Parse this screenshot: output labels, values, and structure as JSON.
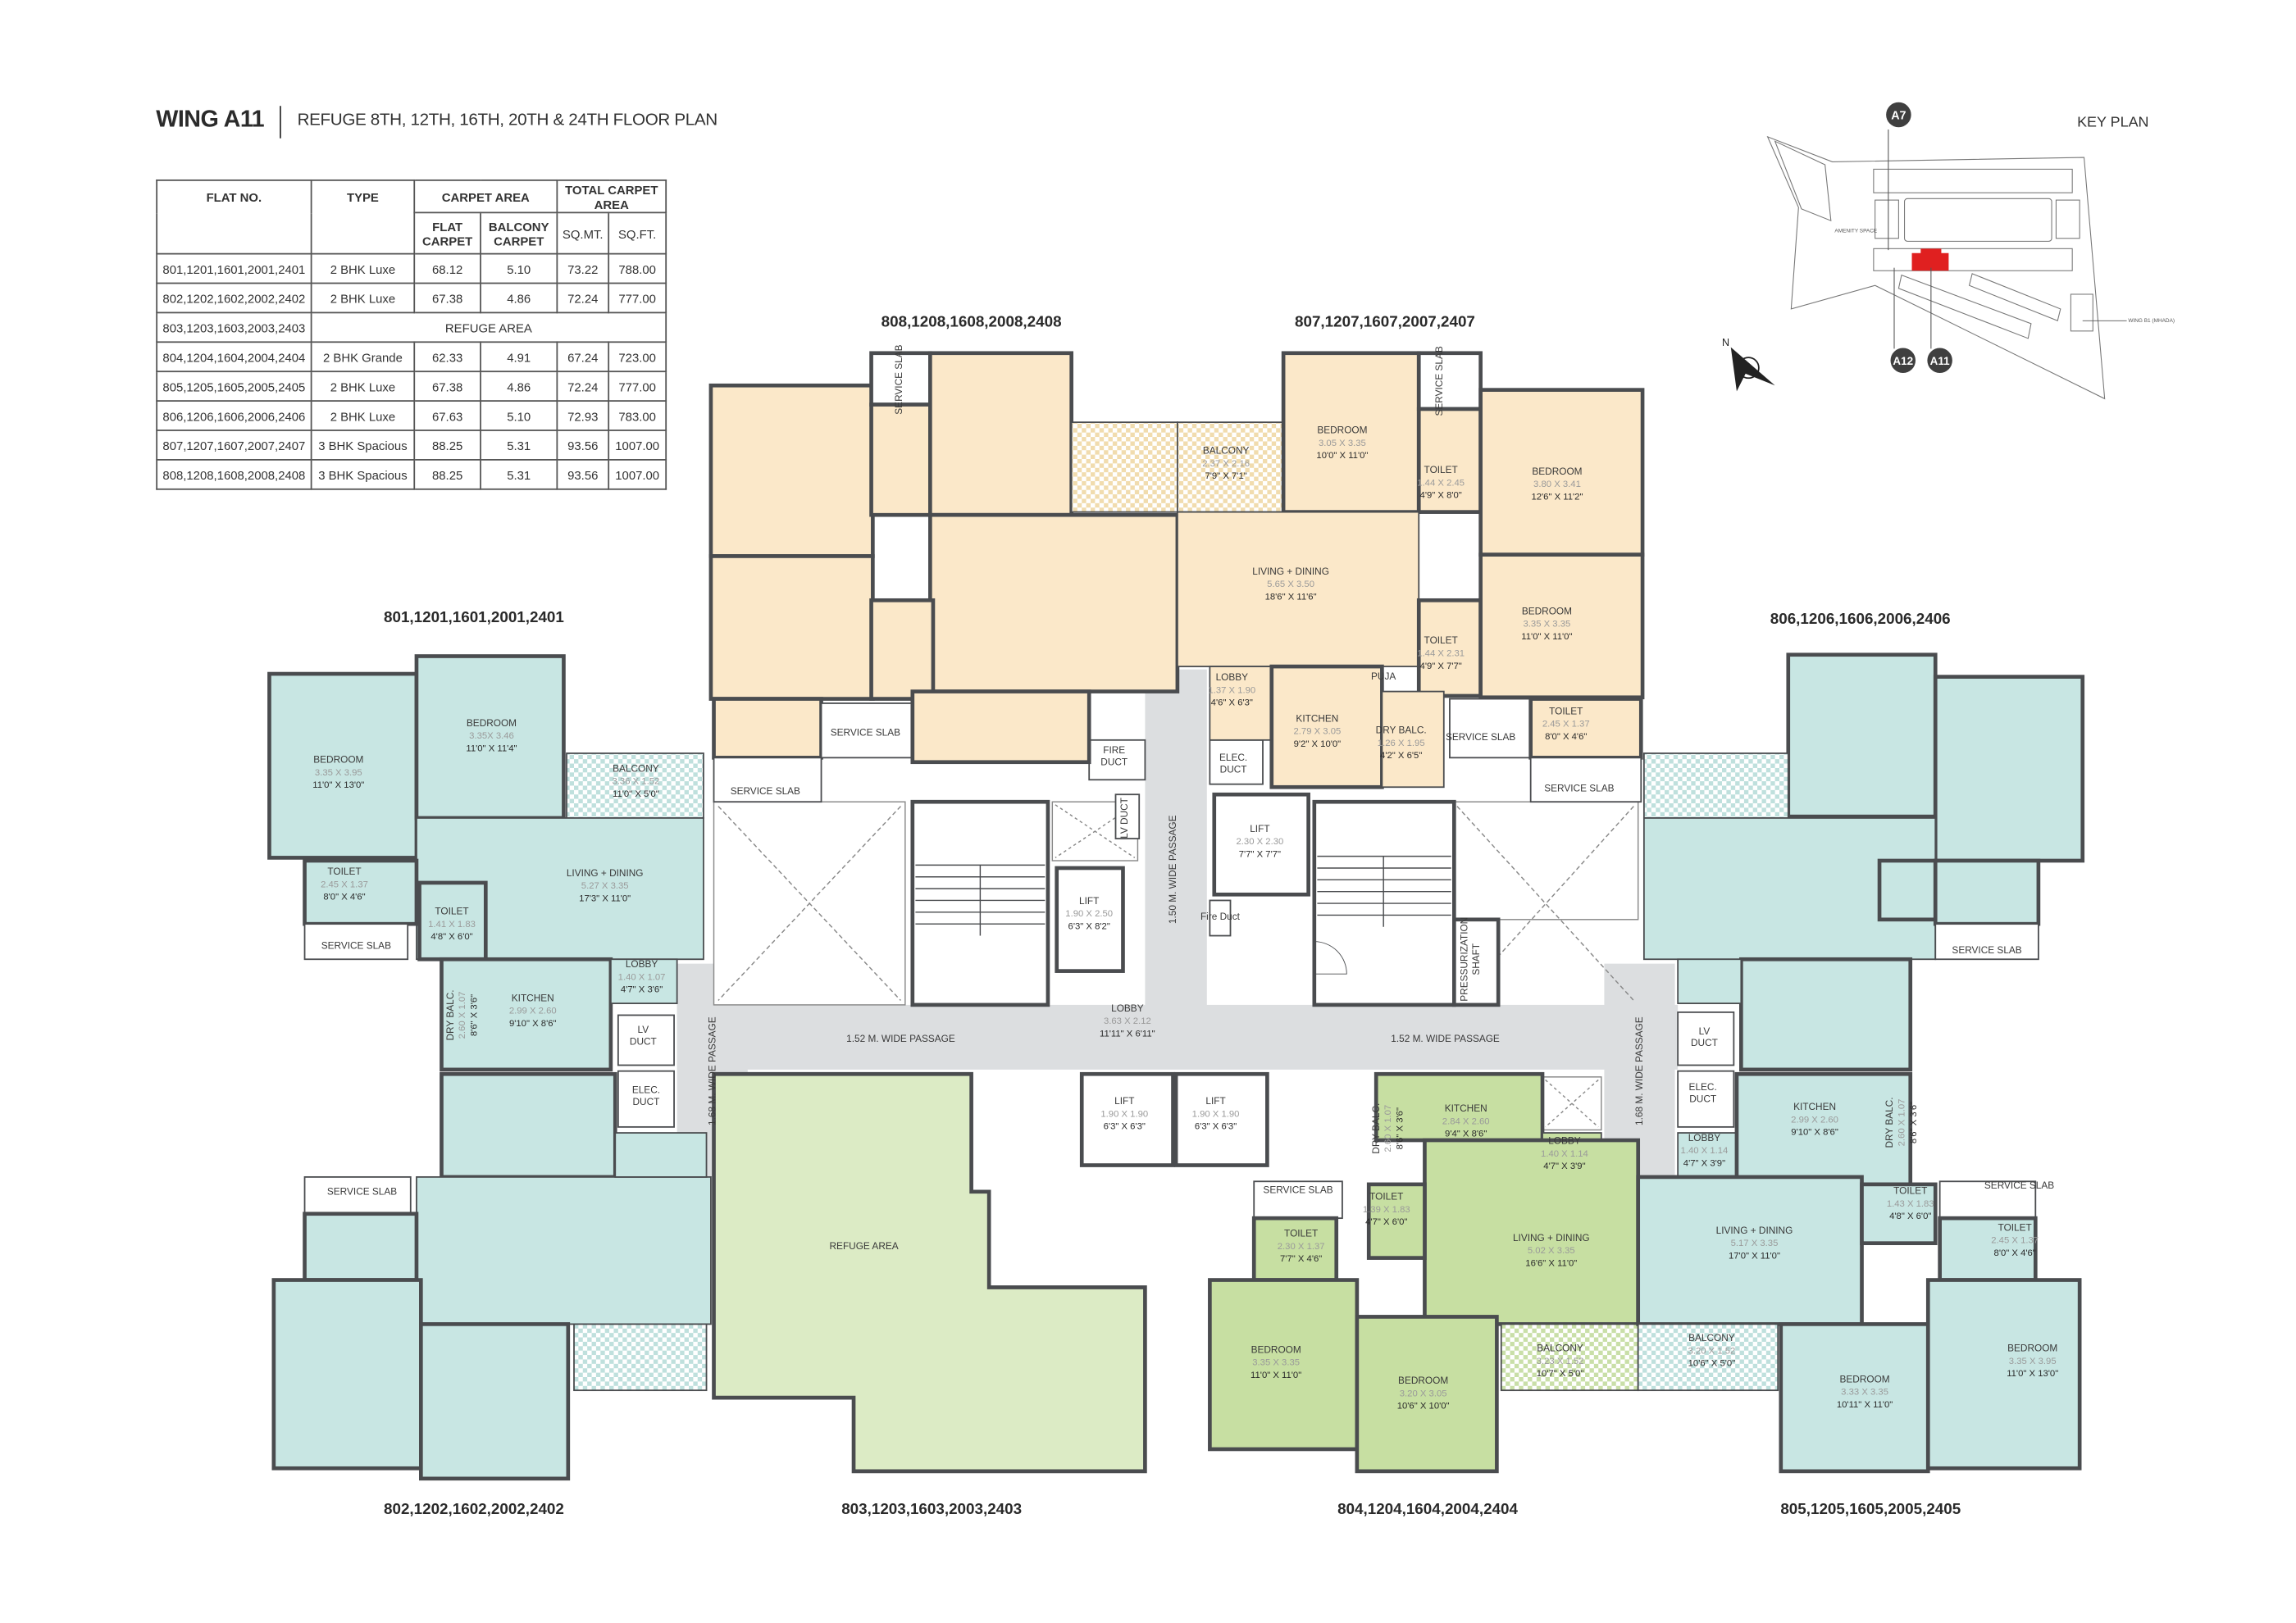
{
  "header": {
    "wing": "WING A11",
    "subtitle": "REFUGE 8TH, 12TH, 16TH, 20TH & 24TH FLOOR PLAN"
  },
  "table": {
    "headers": {
      "flat_no": "FLAT NO.",
      "type": "TYPE",
      "carpet_area": "CARPET AREA",
      "flat_carpet": "FLAT CARPET",
      "balcony_carpet": "BALCONY CARPET",
      "total_carpet_area": "TOTAL CARPET AREA",
      "sqmt": "SQ.MT.",
      "sqft": "SQ.FT."
    },
    "rows": [
      {
        "flat": "801,1201,1601,2001,2401",
        "type": "2 BHK Luxe",
        "flat_carpet": "68.12",
        "balcony_carpet": "5.10",
        "sqmt": "73.22",
        "sqft": "788.00"
      },
      {
        "flat": "802,1202,1602,2002,2402",
        "type": "2 BHK Luxe",
        "flat_carpet": "67.38",
        "balcony_carpet": "4.86",
        "sqmt": "72.24",
        "sqft": "777.00"
      },
      {
        "flat": "803,1203,1603,2003,2403",
        "type": "REFUGE AREA"
      },
      {
        "flat": "804,1204,1604,2004,2404",
        "type": "2 BHK Grande",
        "flat_carpet": "62.33",
        "balcony_carpet": "4.91",
        "sqmt": "67.24",
        "sqft": "723.00"
      },
      {
        "flat": "805,1205,1605,2005,2405",
        "type": "2 BHK Luxe",
        "flat_carpet": "67.38",
        "balcony_carpet": "4.86",
        "sqmt": "72.24",
        "sqft": "777.00"
      },
      {
        "flat": "806,1206,1606,2006,2406",
        "type": "2 BHK Luxe",
        "flat_carpet": "67.63",
        "balcony_carpet": "5.10",
        "sqmt": "72.93",
        "sqft": "783.00"
      },
      {
        "flat": "807,1207,1607,2007,2407",
        "type": "3 BHK Spacious",
        "flat_carpet": "88.25",
        "balcony_carpet": "5.31",
        "sqmt": "93.56",
        "sqft": "1007.00"
      },
      {
        "flat": "808,1208,1608,2008,2408",
        "type": "3 BHK Spacious",
        "flat_carpet": "88.25",
        "balcony_carpet": "5.31",
        "sqmt": "93.56",
        "sqft": "1007.00"
      }
    ]
  },
  "key_plan": {
    "title": "KEY PLAN",
    "markers": [
      "A7",
      "A12",
      "A11"
    ],
    "amenity": "AMENITY SPACE",
    "wing_b1": "WING B1 (MHADA)",
    "highlight_color": "#e02020",
    "compass": "N"
  },
  "units": {
    "u801": "801,1201,1601,2001,2401",
    "u802": "802,1202,1602,2002,2402",
    "u803": "803,1203,1603,2003,2403",
    "u804": "804,1204,1604,2004,2404",
    "u805": "805,1205,1605,2005,2405",
    "u806": "806,1206,1606,2006,2406",
    "u807": "807,1207,1607,2007,2407",
    "u808": "808,1208,1608,2008,2408"
  },
  "colors": {
    "wall": "#4a4c4f",
    "unit_3bhk": "#fbe8c9",
    "unit_2bhk_luxe": "#c8e6e3",
    "unit_2bhk_grande": "#c7dfa2",
    "refuge": "#dcebc5",
    "passage": "#dcdee0"
  },
  "rooms": {
    "u801": [
      {
        "name": "BEDROOM",
        "metric": "3.35 X 3.95",
        "imperial": "11'0\" X 13'0\""
      },
      {
        "name": "BEDROOM",
        "metric": "3.35X 3.46",
        "imperial": "11'0\" X 11'4\""
      },
      {
        "name": "BALCONY",
        "metric": "3.36 X 1.52",
        "imperial": "11'0\" X 5'0\""
      },
      {
        "name": "TOILET",
        "metric": "2.45 X 1.37",
        "imperial": "8'0\" X 4'6\""
      },
      {
        "name": "TOILET",
        "metric": "1.41 X 1.83",
        "imperial": "4'8\" X 6'0\""
      },
      {
        "name": "LIVING + DINING",
        "metric": "5.27 X 3.35",
        "imperial": "17'3\" X 11'0\""
      },
      {
        "name": "KITCHEN",
        "metric": "2.99 X 2.60",
        "imperial": "9'10\" X 8'6\""
      },
      {
        "name": "DRY BALC.",
        "metric": "2.60 X 1.07",
        "imperial": "8'6\" X 3'6\""
      },
      {
        "name": "LOBBY",
        "metric": "1.40 X 1.07",
        "imperial": "4'7\" X 3'6\""
      },
      {
        "name": "SERVICE SLAB"
      },
      {
        "name": "LV DUCT"
      },
      {
        "name": "ELEC. DUCT"
      }
    ],
    "u802": [
      {
        "name": "SERVICE SLAB"
      },
      {
        "name": "ELEC. DUCT"
      }
    ],
    "u803": [
      {
        "name": "REFUGE AREA"
      }
    ],
    "u804": [
      {
        "name": "DRY BALC.",
        "metric": "2.60 X 1.07",
        "imperial": "8'6\" X 3'6\""
      },
      {
        "name": "KITCHEN",
        "metric": "2.84 X 2.60",
        "imperial": "9'4\" X 8'6\""
      },
      {
        "name": "LOBBY",
        "metric": "1.40 X 1.14",
        "imperial": "4'7\" X 3'9\""
      },
      {
        "name": "TOILET",
        "metric": "1.39 X 1.83",
        "imperial": "4'7\" X 6'0\""
      },
      {
        "name": "TOILET",
        "metric": "2.30 X 1.37",
        "imperial": "7'7\" X 4'6\""
      },
      {
        "name": "LIVING + DINING",
        "metric": "5.02 X 3.35",
        "imperial": "16'6\" X 11'0\""
      },
      {
        "name": "BEDROOM",
        "metric": "3.35 X 3.35",
        "imperial": "11'0\" X 11'0\""
      },
      {
        "name": "BEDROOM",
        "metric": "3.20 X 3.05",
        "imperial": "10'6\" X 10'0\""
      },
      {
        "name": "BALCONY",
        "metric": "3.23 X 1.52",
        "imperial": "10'7\" X 5'0\""
      },
      {
        "name": "SERVICE SLAB"
      }
    ],
    "u805": [
      {
        "name": "KITCHEN",
        "metric": "2.99 X 2.60",
        "imperial": "9'10\" X 8'6\""
      },
      {
        "name": "DRY BALC.",
        "metric": "2.60 X 1.07",
        "imperial": "8'6\" X 3'6\""
      },
      {
        "name": "LOBBY",
        "metric": "1.40 X 1.14",
        "imperial": "4'7\" X 3'9\""
      },
      {
        "name": "TOILET",
        "metric": "1.43 X 1.83",
        "imperial": "4'8\" X 6'0\""
      },
      {
        "name": "TOILET",
        "metric": "2.45 X 1.37",
        "imperial": "8'0\" X 4'6\""
      },
      {
        "name": "LIVING + DINING",
        "metric": "5.17 X 3.35",
        "imperial": "17'0\" X 11'0\""
      },
      {
        "name": "BALCONY",
        "metric": "3.20 X 1.52",
        "imperial": "10'6\" X 5'0\""
      },
      {
        "name": "BEDROOM",
        "metric": "3.33 X 3.35",
        "imperial": "10'11\" X 11'0\""
      },
      {
        "name": "BEDROOM",
        "metric": "3.35 X 3.95",
        "imperial": "11'0\" X 13'0\""
      },
      {
        "name": "SERVICE SLAB"
      },
      {
        "name": "LV DUCT"
      },
      {
        "name": "ELEC. DUCT"
      }
    ],
    "u806": [
      {
        "name": "SERVICE SLAB"
      }
    ],
    "u807": [
      {
        "name": "BALCONY",
        "metric": "2.37 X 2.16",
        "imperial": "7'9\" X 7'1\""
      },
      {
        "name": "BEDROOM",
        "metric": "3.05 X 3.35",
        "imperial": "10'0\" X 11'0\""
      },
      {
        "name": "TOILET",
        "metric": "1.44 X 2.45",
        "imperial": "4'9\" X 8'0\""
      },
      {
        "name": "BEDROOM",
        "metric": "3.80 X 3.41",
        "imperial": "12'6\" X 11'2\""
      },
      {
        "name": "LIVING + DINING",
        "metric": "5.65 X 3.50",
        "imperial": "18'6\" X 11'6\""
      },
      {
        "name": "TOILET",
        "metric": "1.44 X 2.31",
        "imperial": "4'9\" X 7'7\""
      },
      {
        "name": "BEDROOM",
        "metric": "3.35 X 3.35",
        "imperial": "11'0\" X 11'0\""
      },
      {
        "name": "LOBBY",
        "metric": "1.37 X 1.90",
        "imperial": "4'6\" X 6'3\""
      },
      {
        "name": "KITCHEN",
        "metric": "2.79 X 3.05",
        "imperial": "9'2\" X 10'0\""
      },
      {
        "name": "DRY BALC.",
        "metric": "1.26 X 1.95",
        "imperial": "4'2\" X 6'5\""
      },
      {
        "name": "TOILET",
        "metric": "2.45 X 1.37",
        "imperial": "8'0\" X 4'6\""
      },
      {
        "name": "PUJA"
      },
      {
        "name": "SERVICE SLAB"
      },
      {
        "name": "SERVICE SLAB"
      },
      {
        "name": "SERVICE SLAB"
      },
      {
        "name": "ELEC. DUCT"
      }
    ],
    "u808": [
      {
        "name": "SERVICE SLAB"
      },
      {
        "name": "SERVICE SLAB"
      },
      {
        "name": "SERVICE SLAB"
      },
      {
        "name": "FIRE DUCT"
      }
    ],
    "core": [
      {
        "name": "LIFT",
        "metric": "2.30 X 2.30",
        "imperial": "7'7\" X 7'7\""
      },
      {
        "name": "LIFT",
        "metric": "1.90 X 2.50",
        "imperial": "6'3\" X 8'2\""
      },
      {
        "name": "LOBBY",
        "metric": "3.63 X 2.12",
        "imperial": "11'11\" X 6'11\""
      },
      {
        "name": "LIFT",
        "metric": "1.90 X 1.90",
        "imperial": "6'3\" X 6'3\""
      },
      {
        "name": "LIFT",
        "metric": "1.90 X 1.90",
        "imperial": "6'3\" X 6'3\""
      },
      {
        "name": "1.52 M. WIDE PASSAGE"
      },
      {
        "name": "1.52 M. WIDE PASSAGE"
      },
      {
        "name": "1.68 M. WIDE PASSAGE"
      },
      {
        "name": "1.68 M. WIDE PASSAGE"
      },
      {
        "name": "1.50 M. WIDE PASSAGE"
      },
      {
        "name": "PRESSURIZATION SHAFT"
      },
      {
        "name": "LV DUCT"
      },
      {
        "name": "Fire Duct"
      }
    ]
  }
}
